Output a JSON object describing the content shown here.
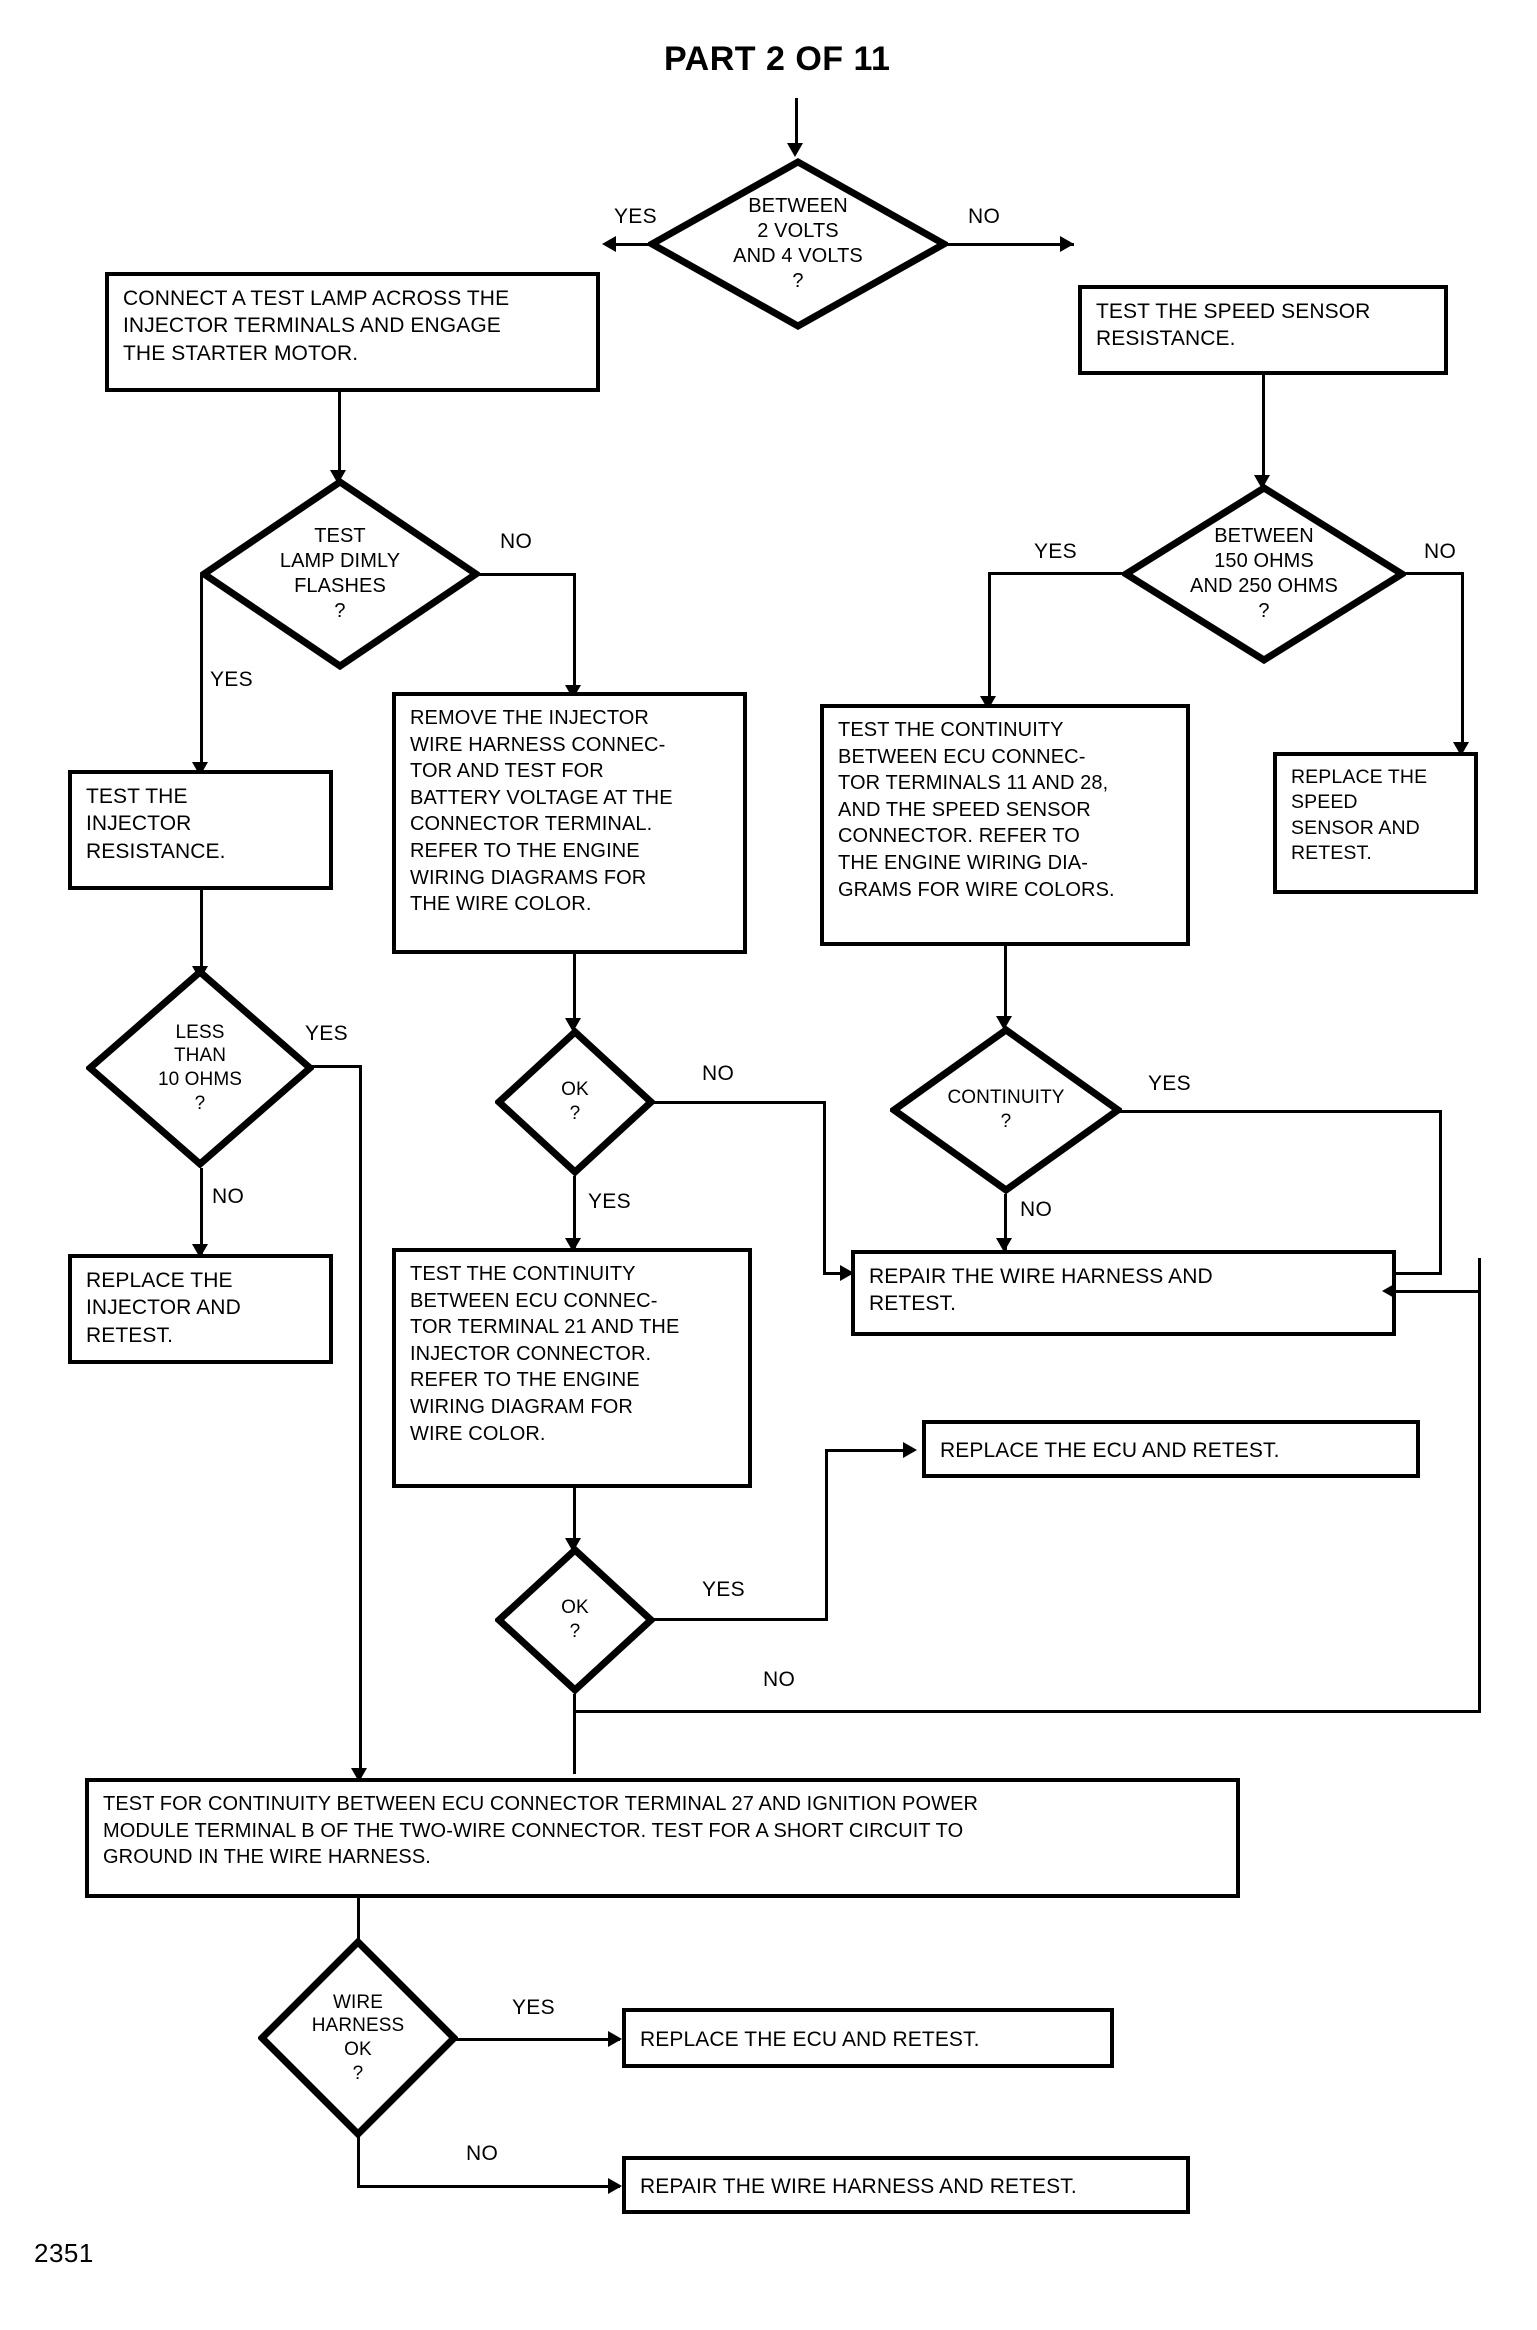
{
  "page": {
    "title": "PART 2 OF 11",
    "footer_number": "2351"
  },
  "nodes": {
    "connect_test_lamp": "CONNECT A TEST LAMP ACROSS THE\nINJECTOR TERMINALS AND ENGAGE\nTHE STARTER MOTOR.",
    "between_2_and_4_volts": "BETWEEN\n2 VOLTS\nAND 4 VOLTS\n?",
    "test_speed_sensor_resistance": "TEST THE SPEED SENSOR\nRESISTANCE.",
    "test_lamp_dimly_flashes": "TEST\nLAMP DIMLY\nFLASHES\n?",
    "between_150_and_250_ohms": "BETWEEN\n150 OHMS\nAND 250 OHMS\n?",
    "remove_injector_harness": "REMOVE THE INJECTOR\nWIRE HARNESS CONNEC-\nTOR AND TEST FOR\nBATTERY VOLTAGE AT THE\nCONNECTOR TERMINAL.\nREFER TO THE ENGINE\nWIRING DIAGRAMS FOR\nTHE WIRE COLOR.",
    "test_continuity_11_28": "TEST THE CONTINUITY\nBETWEEN ECU CONNEC-\nTOR TERMINALS 11 AND 28,\nAND THE SPEED SENSOR\nCONNECTOR. REFER TO\nTHE ENGINE WIRING DIA-\nGRAMS FOR WIRE COLORS.",
    "replace_speed_sensor": "REPLACE THE\nSPEED\nSENSOR AND\nRETEST.",
    "test_injector_resistance": "TEST THE\nINJECTOR\nRESISTANCE.",
    "less_than_10_ohms": "LESS\nTHAN\n10 OHMS\n?",
    "ok_1": "OK\n?",
    "continuity": "CONTINUITY\n?",
    "replace_injector": "REPLACE THE\nINJECTOR AND\nRETEST.",
    "test_continuity_21": "TEST THE CONTINUITY\nBETWEEN ECU CONNEC-\nTOR TERMINAL 21 AND THE\nINJECTOR CONNECTOR.\nREFER TO THE ENGINE\nWIRING DIAGRAM FOR\nWIRE COLOR.",
    "repair_wire_harness_mid": "REPAIR THE WIRE HARNESS AND\nRETEST.",
    "replace_ecu_mid": "REPLACE THE ECU AND RETEST.",
    "ok_2": "OK\n?",
    "test_continuity_27": "TEST FOR CONTINUITY BETWEEN ECU CONNECTOR TERMINAL 27 AND IGNITION POWER\nMODULE TERMINAL B OF THE TWO-WIRE CONNECTOR. TEST FOR A SHORT CIRCUIT TO\nGROUND IN THE WIRE HARNESS.",
    "wire_harness_ok": "WIRE\nHARNESS\nOK\n?",
    "replace_ecu_bottom": "REPLACE THE ECU AND RETEST.",
    "repair_wire_harness_bottom": "REPAIR THE WIRE HARNESS AND RETEST."
  },
  "edge_labels": {
    "volts_yes": "YES",
    "volts_no": "NO",
    "lamp_no": "NO",
    "lamp_yes": "YES",
    "ohms_yes": "YES",
    "ohms_no": "NO",
    "less10_yes": "YES",
    "less10_no": "NO",
    "ok1_no": "NO",
    "ok1_yes": "YES",
    "continuity_yes": "YES",
    "continuity_no": "NO",
    "ok2_yes": "YES",
    "ok2_no": "NO",
    "harness_yes": "YES",
    "harness_no": "NO"
  },
  "colors": {
    "ink": "#000000",
    "paper": "#ffffff"
  }
}
